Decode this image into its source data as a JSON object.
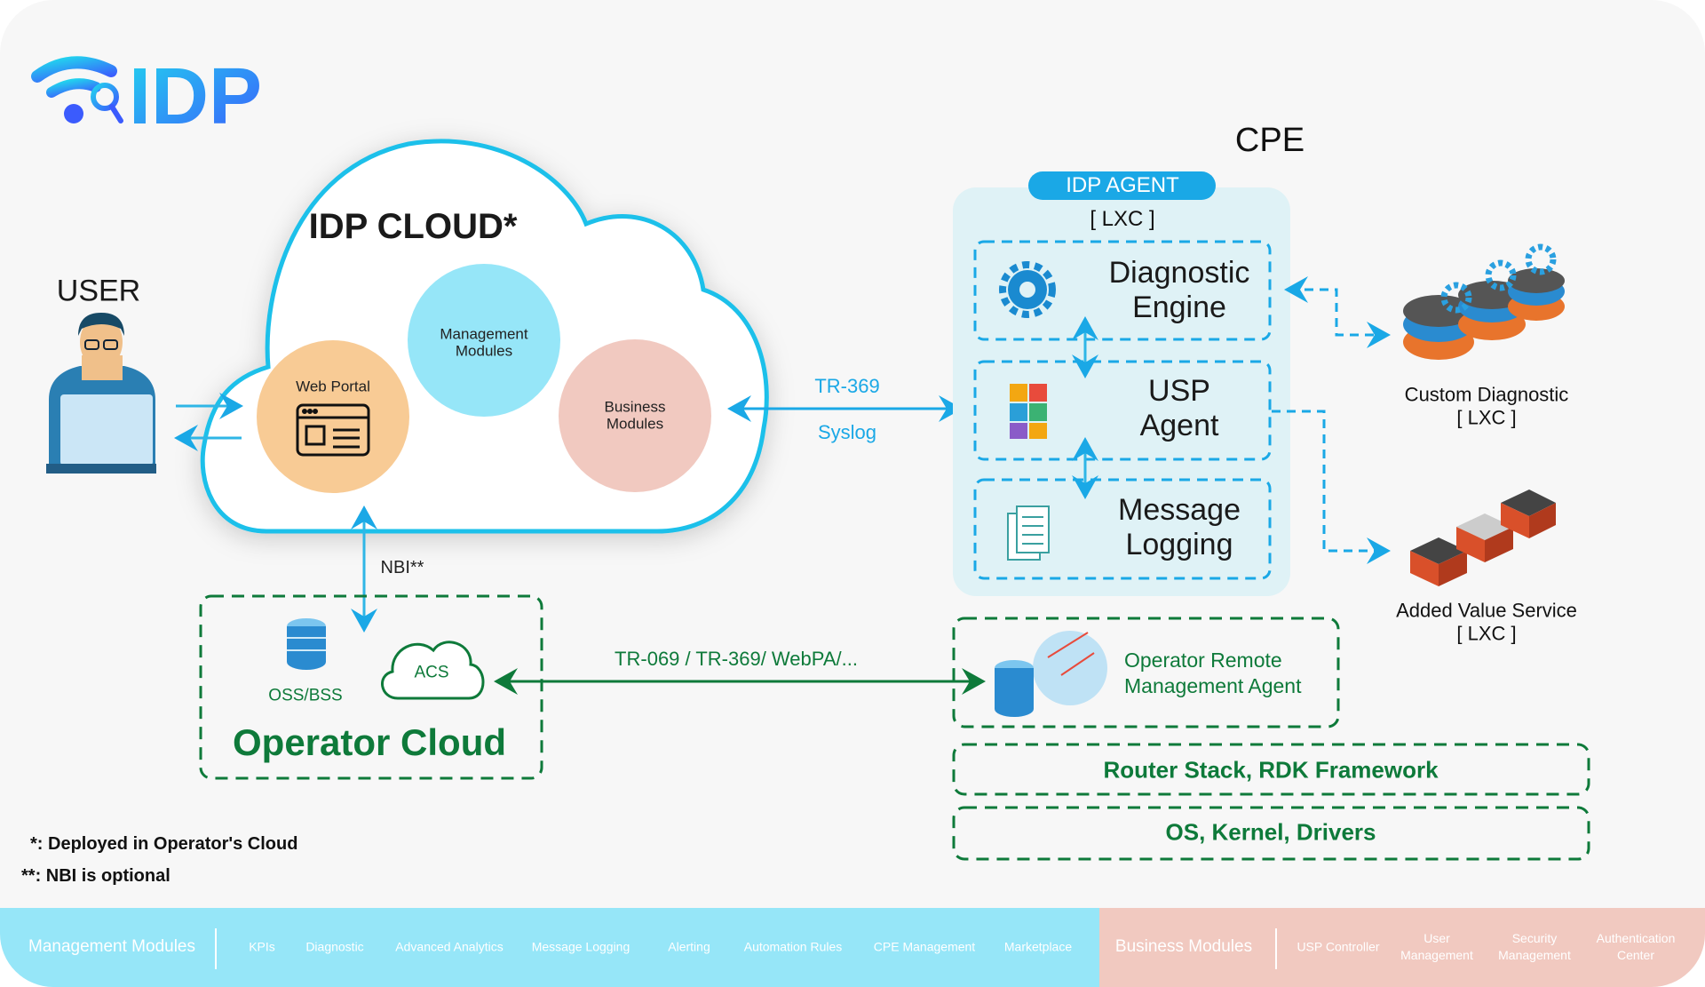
{
  "logo": {
    "text": "IDP",
    "colors": [
      "#22d3ee",
      "#3b5bfd"
    ]
  },
  "idp_cloud": {
    "title": "IDP CLOUD*",
    "web_portal": "Web Portal",
    "management_modules": [
      "Management",
      "Modules"
    ],
    "business_modules": [
      "Business",
      "Modules"
    ],
    "colors": {
      "outline": "#1cc0ea",
      "web_portal": "#f8cb95",
      "management": "#96e6f8",
      "business": "#f1c9c0"
    }
  },
  "user": {
    "label": "USER"
  },
  "links": {
    "tr369": "TR-369",
    "syslog": "Syslog",
    "nbi": "NBI**",
    "operator_protocols": "TR-069 / TR-369/ WebPA/..."
  },
  "cpe": {
    "label": "CPE",
    "agent_badge": "IDP AGENT",
    "agent_lxc": "[ LXC ]",
    "modules": [
      {
        "line1": "Diagnostic",
        "line2": "Engine",
        "icon": "gear-icon"
      },
      {
        "line1": "USP",
        "line2": "Agent",
        "icon": "cubes-icon"
      },
      {
        "line1": "Message",
        "line2": "Logging",
        "icon": "document-icon"
      }
    ],
    "custom_diagnostic": {
      "line1": "Custom Diagnostic",
      "line2": "[ LXC ]"
    },
    "added_value": {
      "line1": "Added Value Service",
      "line2": "[ LXC ]"
    },
    "operator_agent": {
      "line1": "Operator Remote",
      "line2": "Management Agent"
    },
    "router_stack": "Router Stack, RDK Framework",
    "os_layer": "OS, Kernel, Drivers"
  },
  "operator_cloud": {
    "title": "Operator Cloud",
    "oss_bss": "OSS/BSS",
    "acs": "ACS",
    "color": "#0e7a3a"
  },
  "footnotes": [
    "*: Deployed in Operator's Cloud",
    "**: NBI is optional"
  ],
  "bottom_bar": {
    "management": {
      "title": "Management Modules",
      "items": [
        "KPIs",
        "Diagnostic",
        "Advanced Analytics",
        "Message Logging",
        "Alerting",
        "Automation Rules",
        "CPE Management",
        "Marketplace"
      ],
      "color": "#96e6f8"
    },
    "business": {
      "title": "Business Modules",
      "items": [
        "USP Controller",
        "User\nManagement",
        "Security\nManagement",
        "Authentication\nCenter"
      ],
      "color": "#f1c9c0"
    }
  }
}
